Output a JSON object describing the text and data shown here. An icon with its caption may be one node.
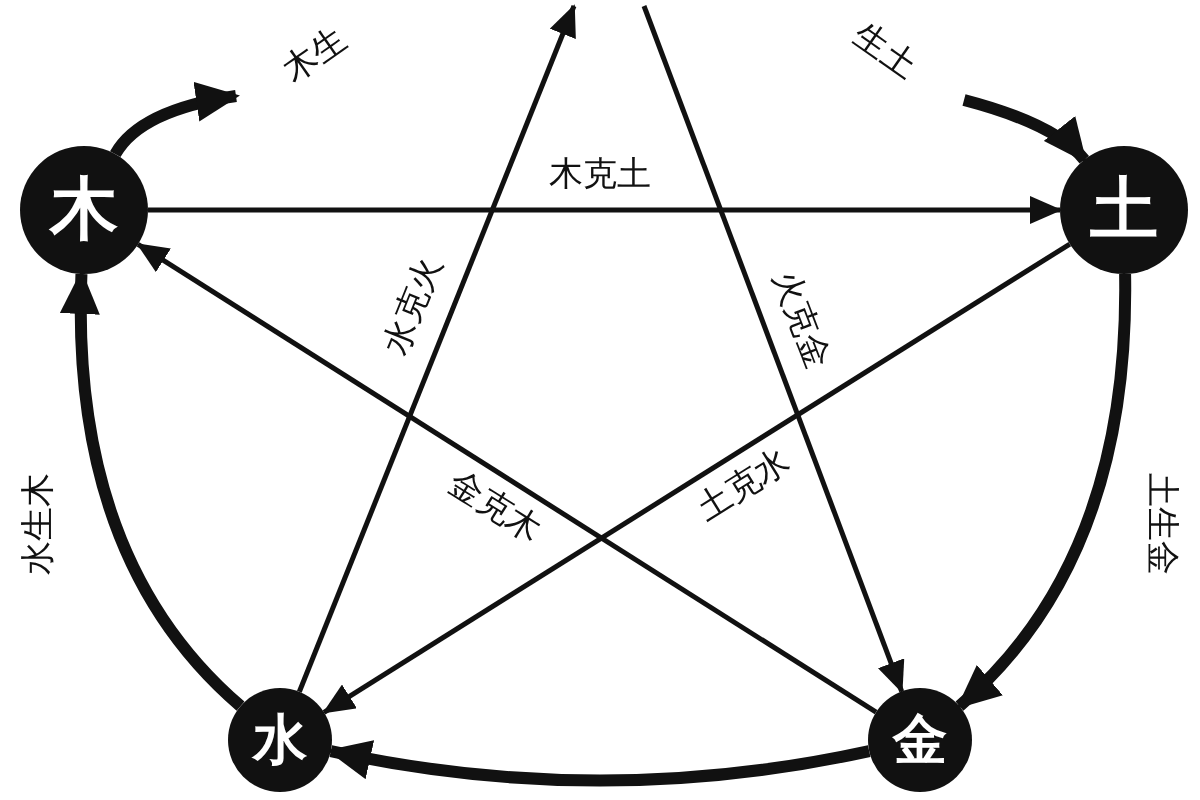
{
  "diagram": {
    "nodes": [
      {
        "text": [
          "木"
        ]
      },
      {
        "text": [
          "土"
        ]
      },
      {
        "text": [
          "水"
        ]
      },
      {
        "text": [
          "金"
        ]
      }
    ],
    "edges": [
      {
        "from": 0,
        "to": 1,
        "arrow": "to",
        "label": "木克土"
      },
      {
        "from": 2,
        "to": null,
        "arrow": "to",
        "label": "水克火"
      },
      {
        "from": null,
        "to": 3,
        "arrow": "to",
        "label": "火克金"
      },
      {
        "from": 1,
        "to": 2,
        "arrow": "to",
        "label": "土克水"
      },
      {
        "from": 3,
        "to": 0,
        "arrow": "to",
        "label": "金克木"
      },
      {
        "from": 0,
        "to": null,
        "arrow": "to",
        "label": "木生",
        "style": "thick"
      },
      {
        "from": null,
        "to": 1,
        "arrow": "to",
        "label": "生土",
        "style": "thick"
      },
      {
        "from": 1,
        "to": 3,
        "arrow": "to",
        "label": "土生金",
        "style": "thick"
      },
      {
        "from": 2,
        "to": 0,
        "arrow": "to",
        "label": "水生木",
        "style": "thick"
      },
      {
        "from": 3,
        "to": 2,
        "arrow": "to",
        "style": "thick"
      }
    ]
  }
}
